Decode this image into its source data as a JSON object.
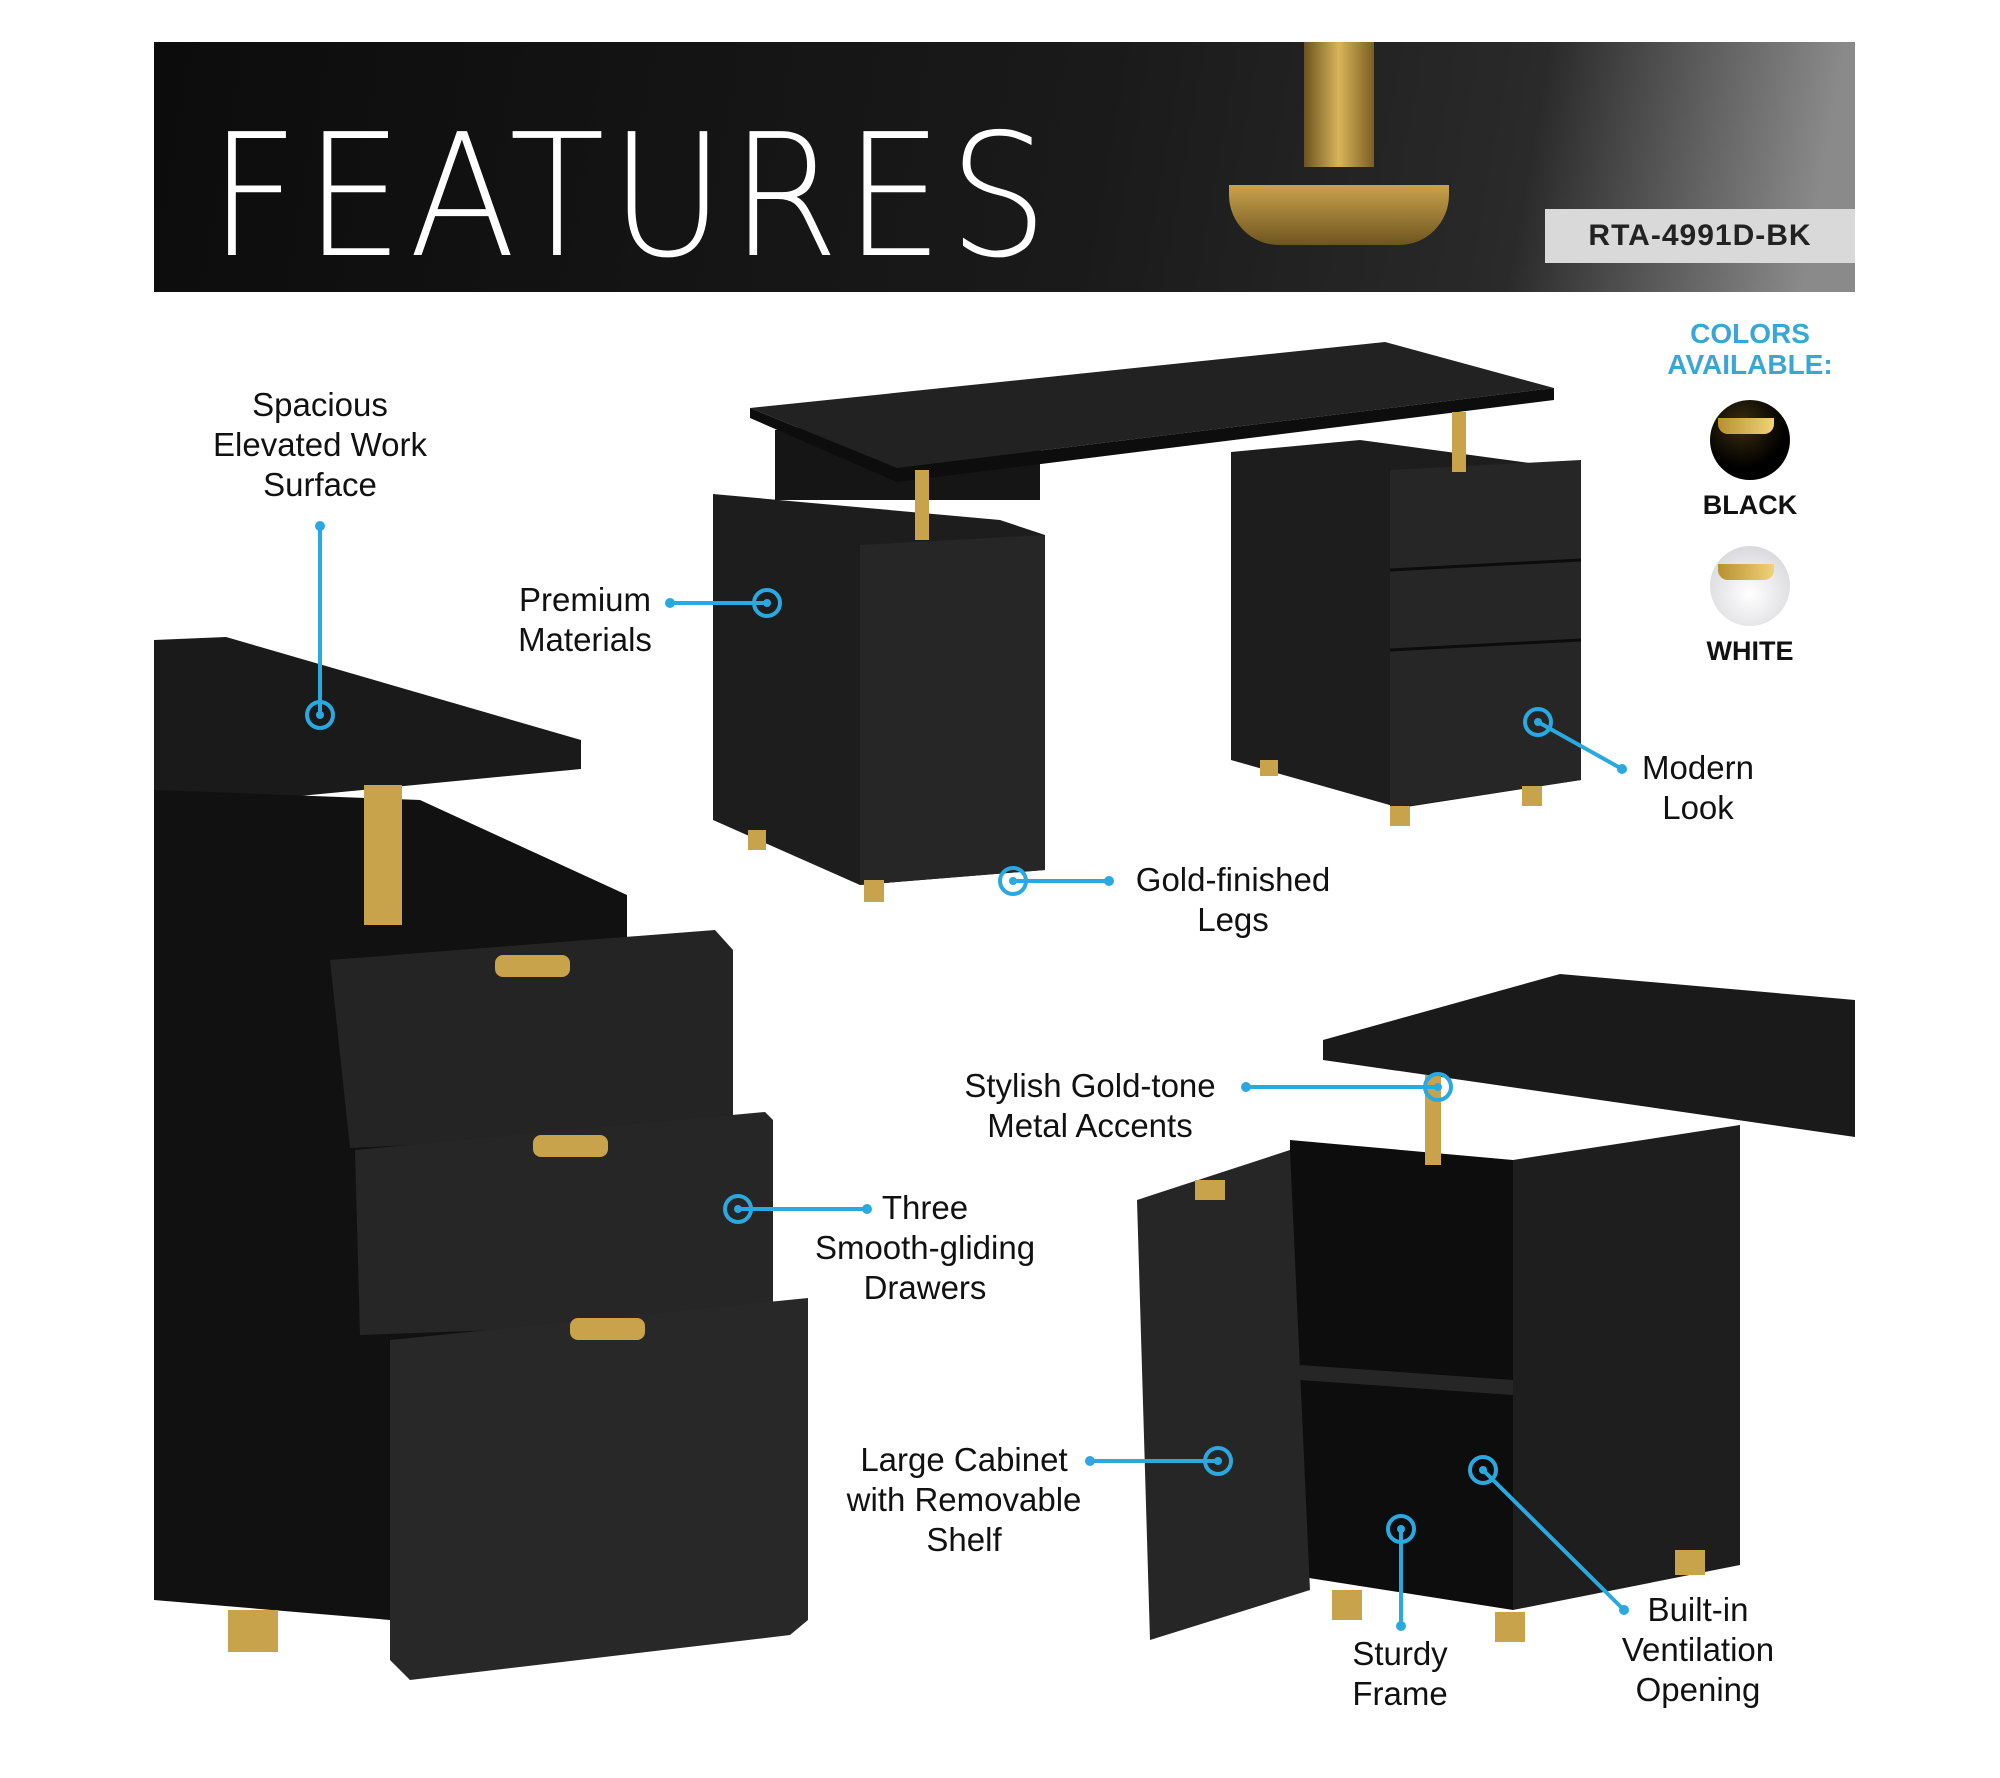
{
  "banner": {
    "title": "FEATURES",
    "sku": "RTA-4991D-BK"
  },
  "colors": {
    "heading_line1": "COLORS",
    "heading_line2": "AVAILABLE:",
    "options": [
      {
        "label": "BLACK",
        "hex": "#000000"
      },
      {
        "label": "WHITE",
        "hex": "#e6e6ea"
      }
    ]
  },
  "callouts": [
    {
      "lines": [
        "Spacious",
        "Elevated Work",
        "Surface"
      ]
    },
    {
      "lines": [
        "Premium",
        "Materials"
      ]
    },
    {
      "lines": [
        "Modern",
        "Look"
      ]
    },
    {
      "lines": [
        "Gold-finished",
        "Legs"
      ]
    },
    {
      "lines": [
        "Stylish Gold-tone",
        "Metal Accents"
      ]
    },
    {
      "lines": [
        "Three",
        "Smooth-gliding",
        "Drawers"
      ]
    },
    {
      "lines": [
        "Large Cabinet",
        "with Removable",
        "Shelf"
      ]
    },
    {
      "lines": [
        "Sturdy",
        "Frame"
      ]
    },
    {
      "lines": [
        "Built-in",
        "Ventilation",
        "Opening"
      ]
    }
  ],
  "accent_color": "#29a9e0"
}
